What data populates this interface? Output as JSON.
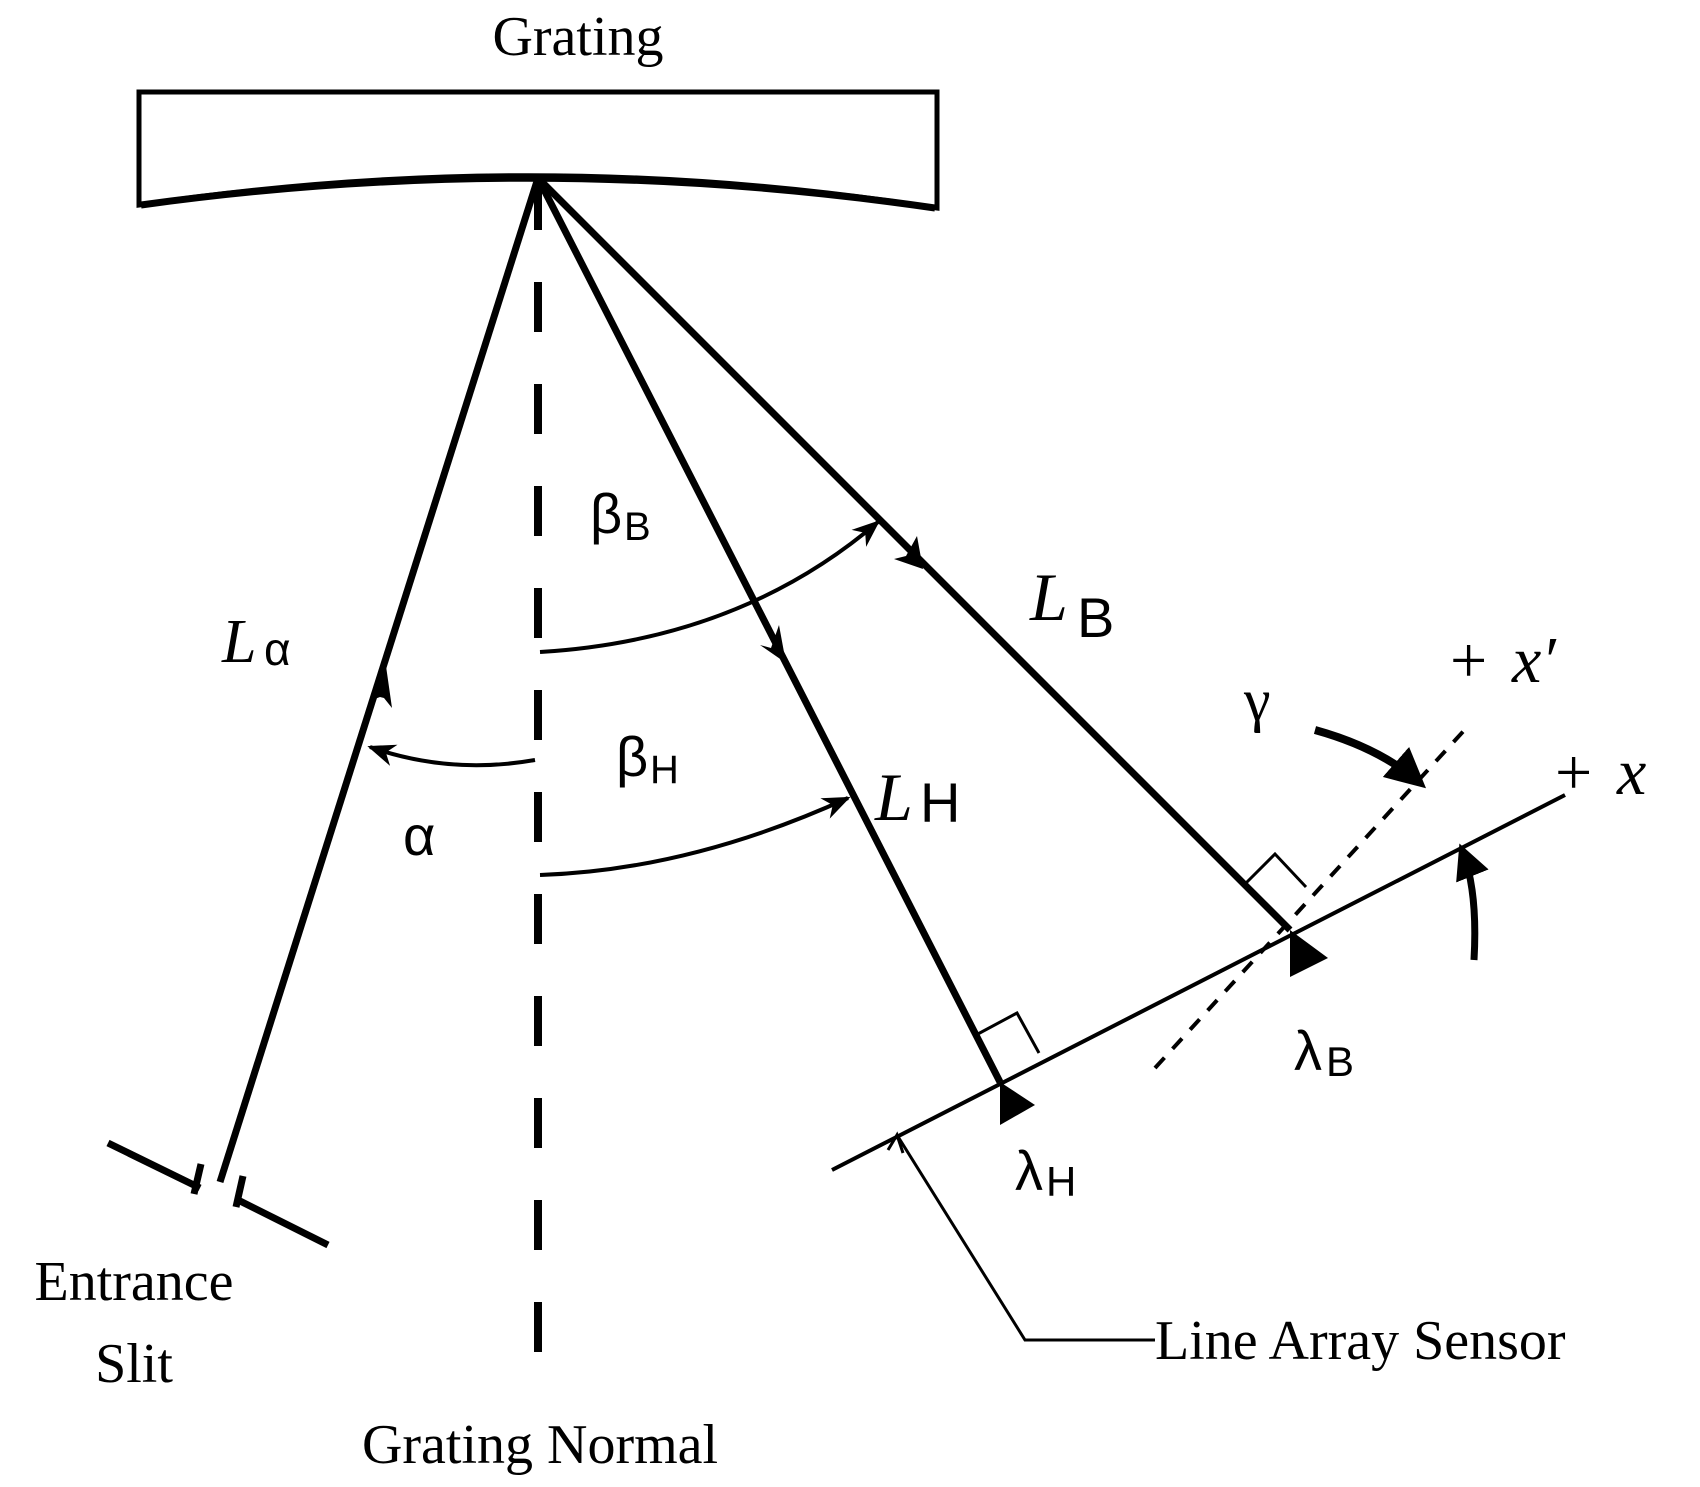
{
  "labels": {
    "grating": "Grating",
    "grating_normal": "Grating Normal",
    "entrance_slit_line1": "Entrance",
    "entrance_slit_line2": "Slit",
    "line_array_sensor": "Line Array Sensor"
  },
  "symbols": {
    "L_alpha": {
      "main": "L",
      "sub": "α"
    },
    "L_B": {
      "main": "L",
      "sub": "B"
    },
    "L_H": {
      "main": "L",
      "sub": "H"
    },
    "beta_B": {
      "main": "β",
      "sub": "B"
    },
    "beta_H": {
      "main": "β",
      "sub": "H"
    },
    "alpha": "α",
    "gamma": "γ",
    "lambda_B": {
      "main": "λ",
      "sub": "B"
    },
    "lambda_H": {
      "main": "λ",
      "sub": "H"
    },
    "plus_x_prime": {
      "sign": "+",
      "var": "x′"
    },
    "plus_x": {
      "sign": "+",
      "var": "x"
    }
  },
  "colors": {
    "stroke": "#000000",
    "background": "#ffffff"
  }
}
